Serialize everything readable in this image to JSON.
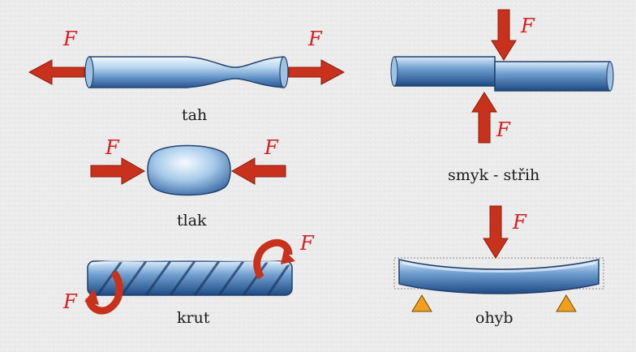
{
  "force_symbol": "F",
  "panels": {
    "tension": {
      "label": "tah"
    },
    "compression": {
      "label": "tlak"
    },
    "torsion": {
      "label": "krut"
    },
    "shear": {
      "label": "smyk - střih"
    },
    "bending": {
      "label": "ohyb"
    }
  },
  "colors": {
    "background": "#ececec",
    "arrow": "#c8321c",
    "force_text": "#d42020",
    "rod_light": "#e6f2fb",
    "rod_mid": "#8fb8dc",
    "rod_dark": "#2f5f96",
    "support": "#f0a020"
  }
}
